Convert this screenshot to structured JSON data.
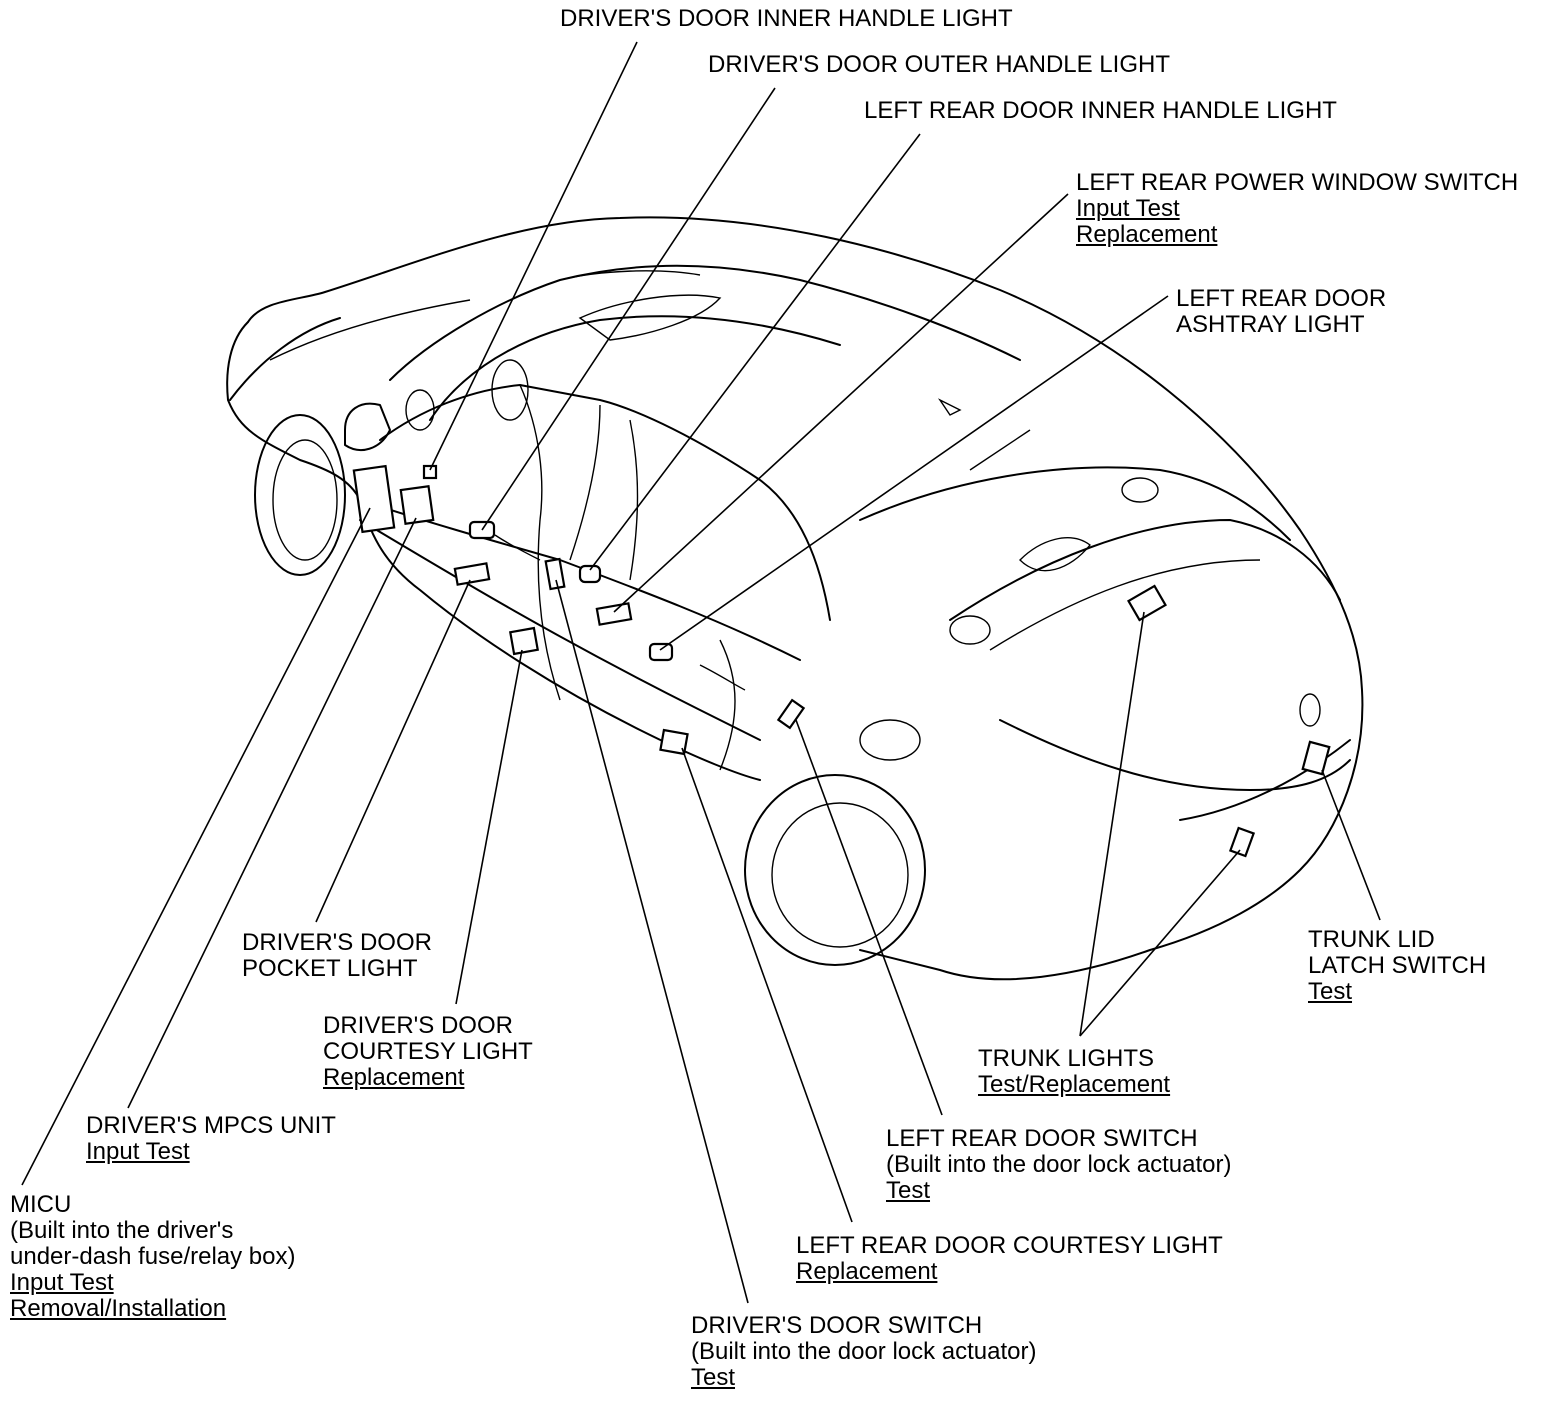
{
  "labels": {
    "inner_handle": {
      "lines": [
        "DRIVER'S DOOR INNER HANDLE LIGHT"
      ]
    },
    "outer_handle": {
      "lines": [
        "DRIVER'S DOOR OUTER HANDLE LIGHT"
      ]
    },
    "rear_inner_handle": {
      "lines": [
        "LEFT REAR DOOR INNER HANDLE LIGHT"
      ]
    },
    "rear_window_switch": {
      "lines": [
        "LEFT REAR POWER WINDOW SWITCH"
      ],
      "links": [
        "Input Test",
        "Replacement"
      ]
    },
    "rear_ashtray": {
      "lines": [
        "LEFT REAR DOOR",
        "ASHTRAY LIGHT"
      ]
    },
    "pocket_light": {
      "lines": [
        "DRIVER'S DOOR",
        "POCKET LIGHT"
      ]
    },
    "courtesy_light": {
      "lines": [
        "DRIVER'S DOOR",
        "COURTESY LIGHT"
      ],
      "links": [
        "Replacement"
      ]
    },
    "mpcs_unit": {
      "lines": [
        "DRIVER'S MPCS UNIT"
      ],
      "links": [
        "Input Test"
      ]
    },
    "micu": {
      "lines": [
        "MICU",
        "(Built into the driver's",
        "under-dash fuse/relay box)"
      ],
      "links": [
        "Input Test",
        "Removal/Installation"
      ]
    },
    "trunk_latch": {
      "lines": [
        "TRUNK LID",
        "LATCH SWITCH"
      ],
      "links": [
        "Test"
      ]
    },
    "trunk_lights": {
      "lines": [
        "TRUNK LIGHTS"
      ],
      "links": [
        "Test/Replacement"
      ]
    },
    "rear_door_switch": {
      "lines": [
        "LEFT REAR DOOR SWITCH",
        "(Built into the door lock actuator)"
      ],
      "links": [
        "Test"
      ]
    },
    "rear_courtesy": {
      "lines": [
        "LEFT REAR DOOR COURTESY LIGHT"
      ],
      "links": [
        "Replacement"
      ]
    },
    "door_switch": {
      "lines": [
        "DRIVER'S DOOR SWITCH",
        "(Built into the door lock actuator)"
      ],
      "links": [
        "Test"
      ]
    }
  }
}
